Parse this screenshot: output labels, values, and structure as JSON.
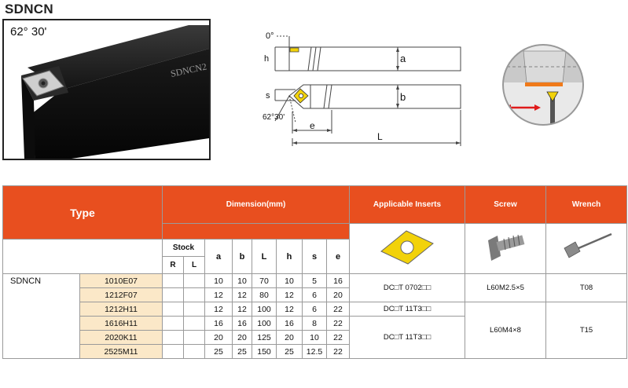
{
  "title": "SDNCN",
  "photo": {
    "angle_label": "62° 30'",
    "tool_marking": "SDNCN2"
  },
  "schematic": {
    "labels": {
      "clearance": "0°",
      "h": "h",
      "a": "a",
      "s": "s",
      "b": "b",
      "angle": "62°30'",
      "e": "e",
      "L": "L"
    }
  },
  "colors": {
    "header": "#e84f1f",
    "model_cell": "#fbe8c8",
    "insert_yellow": "#f2d20a",
    "arrow_red": "#e01b1b"
  },
  "table": {
    "type_header": "Type",
    "dimension_header": "Dimension(mm)",
    "inserts_header": "Applicable Inserts",
    "screw_header": "Screw",
    "wrench_header": "Wrench",
    "stock_label": "Stock",
    "stock_r": "R",
    "stock_l": "L",
    "dim_columns": [
      "a",
      "b",
      "L",
      "h",
      "s",
      "e"
    ],
    "series_name": "SDNCN",
    "rows": [
      {
        "model": "1010E07",
        "values": [
          "10",
          "10",
          "70",
          "10",
          "5",
          "16"
        ]
      },
      {
        "model": "1212F07",
        "values": [
          "12",
          "12",
          "80",
          "12",
          "6",
          "20"
        ]
      },
      {
        "model": "1212H11",
        "values": [
          "12",
          "12",
          "100",
          "12",
          "6",
          "22"
        ]
      },
      {
        "model": "1616H11",
        "values": [
          "16",
          "16",
          "100",
          "16",
          "8",
          "22"
        ]
      },
      {
        "model": "2020K11",
        "values": [
          "20",
          "20",
          "125",
          "20",
          "10",
          "22"
        ]
      },
      {
        "model": "2525M11",
        "values": [
          "25",
          "25",
          "150",
          "25",
          "12.5",
          "22"
        ]
      }
    ],
    "inserts": [
      "DC□T 0702□□",
      "DC□T 11T3□□",
      "DC□T 11T3□□"
    ],
    "screws": [
      "L60M2.5×5",
      "L60M4×8"
    ],
    "wrenches": [
      "T08",
      "T15"
    ]
  }
}
